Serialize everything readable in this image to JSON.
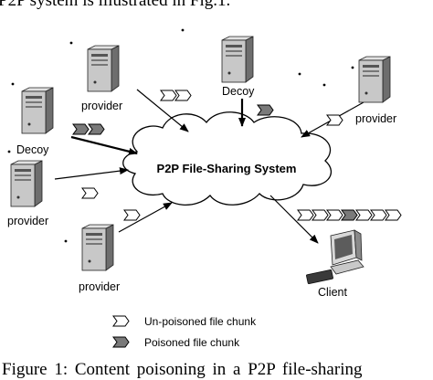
{
  "page": {
    "intro_text": "P2P system is illustrated in Fig.1.",
    "caption": "Figure 1: Content poisoning in a P2P file-sharing"
  },
  "diagram": {
    "system_label": "P2P File-Sharing System",
    "nodes": [
      {
        "id": "provider-top-left",
        "label": "provider"
      },
      {
        "id": "decoy-top",
        "label": "Decoy"
      },
      {
        "id": "provider-top-right",
        "label": "provider"
      },
      {
        "id": "decoy-left",
        "label": "Decoy"
      },
      {
        "id": "provider-left",
        "label": "provider"
      },
      {
        "id": "provider-bottom",
        "label": "provider"
      },
      {
        "id": "client",
        "label": "Client"
      }
    ],
    "legend": {
      "unpoisoned": "Un-poisoned file chunk",
      "poisoned": "Poisoned file chunk"
    }
  },
  "colors": {
    "server_body": "#c8c8c8",
    "server_dark": "#6e6e6e",
    "poisoned_chunk": "#7a7a7a",
    "unpoisoned_chunk": "#ffffff"
  }
}
